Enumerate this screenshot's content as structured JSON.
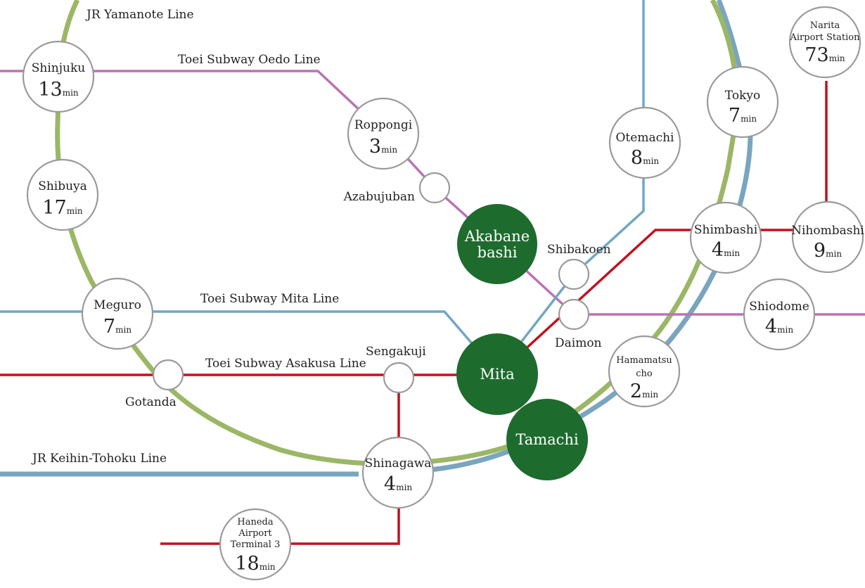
{
  "lines": {
    "yamanote": {
      "label": "JR Yamanote Line",
      "color": "#9bb766"
    },
    "keihin": {
      "label": "JR Keihin-Tohoku Line",
      "color": "#79a5bf"
    },
    "oedo": {
      "label": "Toei Subway Oedo Line",
      "color": "#bb72b4"
    },
    "mita": {
      "label": "Toei Subway Mita Line",
      "color": "#72a7c2"
    },
    "asakusa": {
      "label": "Toei Subway Asakusa Line",
      "color": "#c0121e"
    }
  },
  "hubs": {
    "akabanebashi": {
      "line1": "Akabane",
      "line2": "bashi"
    },
    "mita": {
      "name": "Mita"
    },
    "tamachi": {
      "name": "Tamachi"
    }
  },
  "stations": {
    "shinjuku": {
      "name": "Shinjuku",
      "time": "13",
      "unit": "min"
    },
    "shibuya": {
      "name": "Shibuya",
      "time": "17",
      "unit": "min"
    },
    "meguro": {
      "name": "Meguro",
      "time": "7",
      "unit": "min"
    },
    "roppongi": {
      "name": "Roppongi",
      "time": "3",
      "unit": "min"
    },
    "otemachi": {
      "name": "Otemachi",
      "time": "8",
      "unit": "min"
    },
    "tokyo": {
      "name": "Tokyo",
      "time": "7",
      "unit": "min"
    },
    "narita": {
      "line1": "Narita",
      "line2": "Airport Station",
      "time": "73",
      "unit": "min"
    },
    "shimbashi": {
      "name": "Shimbashi",
      "time": "4",
      "unit": "min"
    },
    "nihombashi": {
      "name": "Nihombashi",
      "time": "9",
      "unit": "min"
    },
    "shiodome": {
      "name": "Shiodome",
      "time": "4",
      "unit": "min"
    },
    "hamamatsucho": {
      "line1": "Hamamatsu",
      "line2": "cho",
      "time": "2",
      "unit": "min"
    },
    "shinagawa": {
      "name": "Shinagawa",
      "time": "4",
      "unit": "min"
    },
    "haneda": {
      "line1": "Haneda",
      "line2": "Airport",
      "line3": "Terminal 3",
      "time": "18",
      "unit": "min"
    }
  },
  "minor_stations": {
    "azabujuban": "Azabujuban",
    "shibakoen": "Shibakoen",
    "daimon": "Daimon",
    "gotanda": "Gotanda",
    "sengakuji": "Sengakuji"
  }
}
